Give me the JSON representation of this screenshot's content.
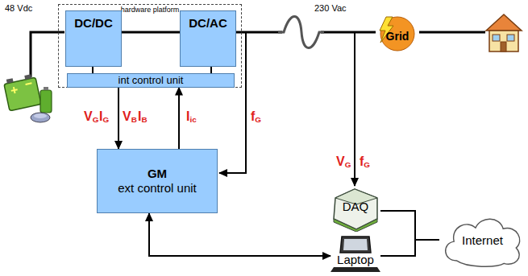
{
  "diagram": {
    "nodes": [
      {
        "text": [
          "hardware platform"
        ]
      },
      {
        "text": [
          "DC/DC"
        ],
        "in": 0
      },
      {
        "text": [
          "DC/AC"
        ],
        "in": 0
      },
      {
        "text": [
          "int control unit"
        ],
        "in": 0
      },
      {
        "text": [
          "Grid"
        ]
      },
      {
        "text": [
          "GM",
          "ext control unit"
        ]
      },
      {
        "text": [
          "DAQ"
        ]
      },
      {
        "text": [
          "Laptop"
        ]
      },
      {
        "text": [
          "Internet"
        ]
      }
    ],
    "edges": [
      {
        "from": 1,
        "to": 2,
        "arrow": "none"
      },
      {
        "from": 1,
        "to": 3,
        "arrow": "none"
      },
      {
        "from": 2,
        "to": 3,
        "arrow": "none"
      },
      {
        "from": 3,
        "to": 5,
        "arrow": "to"
      },
      {
        "from": 5,
        "to": 3,
        "arrow": "to"
      },
      {
        "from": 5,
        "to": 7,
        "arrow": "both"
      },
      {
        "from": 6,
        "to": 8,
        "arrow": "none"
      },
      {
        "from": 7,
        "to": 8,
        "arrow": "none"
      },
      {
        "from": 2,
        "to": 4,
        "arrow": "none"
      }
    ],
    "labels": [
      "48 Vdc",
      "230 Vac",
      "VG",
      "IG",
      "VB",
      "IB",
      "Iic",
      "fG",
      "VG",
      "fG"
    ]
  }
}
